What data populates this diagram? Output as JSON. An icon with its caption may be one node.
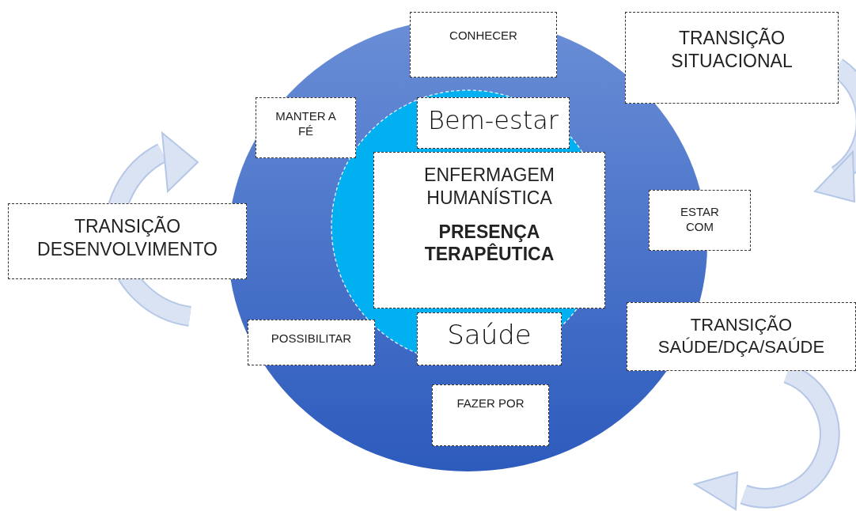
{
  "diagram": {
    "nodes": [
      {
        "text": [],
        "shape": "circle"
      },
      {
        "text": [],
        "shape": "circle",
        "in": 0
      },
      {
        "text": [
          "CONHECER"
        ]
      },
      {
        "text": [
          "TRANSIÇÃO SITUACIONAL"
        ]
      },
      {
        "text": [
          "MANTER A FÉ"
        ],
        "in": 0
      },
      {
        "text": [
          "Bem-estar"
        ],
        "in": 1
      },
      {
        "text": [
          "ENFERMAGEM HUMANÍSTICA",
          "PRESENÇA TERAPÊUTICA"
        ],
        "in": 1
      },
      {
        "text": [
          "TRANSIÇÃO DESENVOLVIMENTO"
        ]
      },
      {
        "text": [
          "ESTAR COM"
        ]
      },
      {
        "text": [
          "POSSIBILITAR"
        ],
        "in": 0
      },
      {
        "text": [
          "Saúde"
        ],
        "in": 1
      },
      {
        "text": [
          "TRANSIÇÃO SAÚDE/DÇA/SAÚDE"
        ]
      },
      {
        "text": [
          "FAZER POR"
        ],
        "in": 0
      }
    ]
  }
}
